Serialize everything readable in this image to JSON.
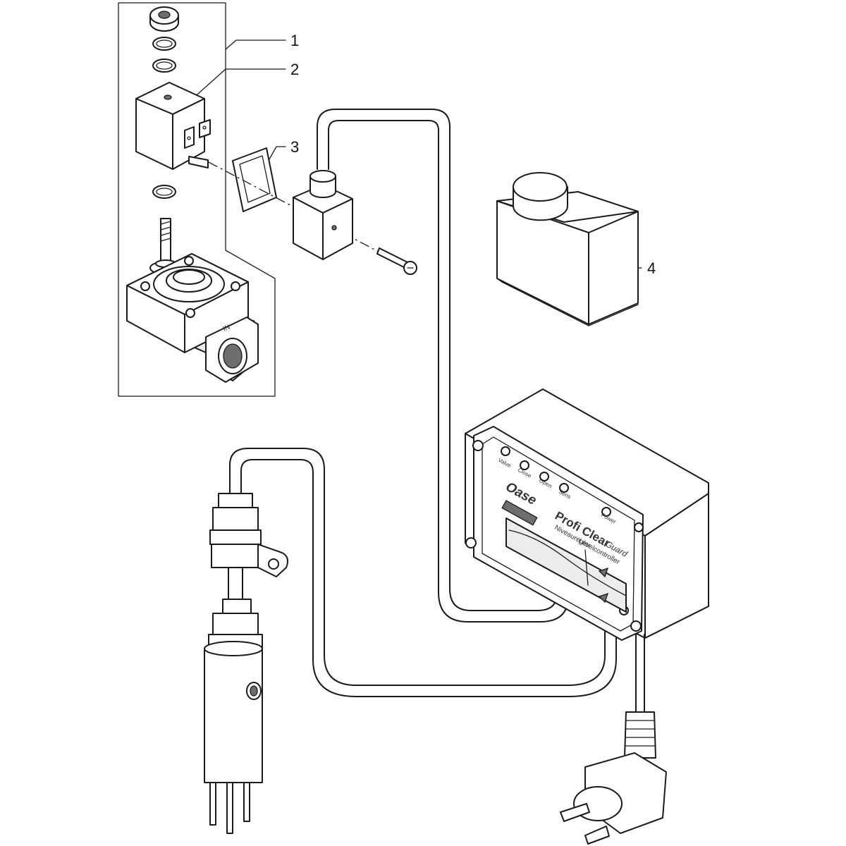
{
  "callouts": [
    {
      "id": "1",
      "text": "1"
    },
    {
      "id": "2",
      "text": "2"
    },
    {
      "id": "3",
      "text": "3"
    },
    {
      "id": "4",
      "text": "4"
    }
  ],
  "controller": {
    "brand": "Oase",
    "product_line": "Profi Clear",
    "product_suffix": "Guard",
    "subtitle_de": "Niveauregler",
    "subtitle_en": "Levelcontroller",
    "indicators": [
      "Valve",
      "Close",
      "Open",
      "Sens",
      "Power"
    ]
  },
  "valve_marking": "IN"
}
